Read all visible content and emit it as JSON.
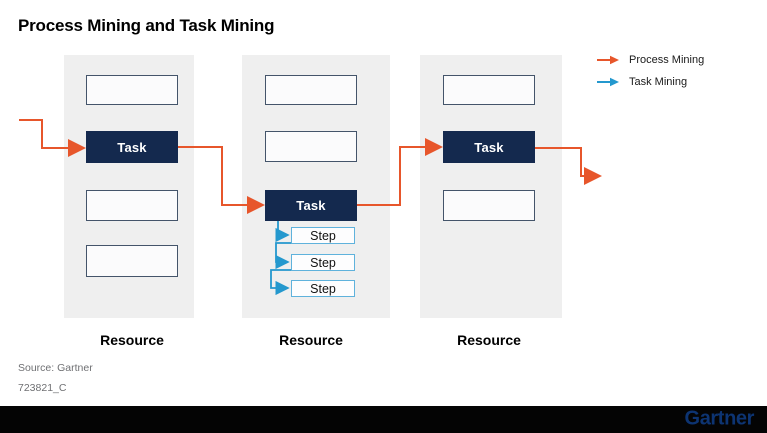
{
  "title": "Process Mining and Task Mining",
  "legend": [
    {
      "icon": "arrow-right-orange",
      "label": "Process Mining"
    },
    {
      "icon": "arrow-right-blue",
      "label": "Task Mining"
    }
  ],
  "columns": [
    {
      "resource": "Resource",
      "task": "Task"
    },
    {
      "resource": "Resource",
      "task": "Task",
      "steps": [
        "Step",
        "Step",
        "Step"
      ]
    },
    {
      "resource": "Resource",
      "task": "Task"
    }
  ],
  "footer": {
    "source": "Source: Gartner",
    "doc_code": "723821_C",
    "brand": "Gartner"
  },
  "colors": {
    "process_mining": "#E7562B",
    "task_mining": "#2498CE",
    "task_box": "#14294E",
    "panel": "#EFEFEF",
    "footer": "#040404",
    "logo_blue": "#0D3472"
  }
}
